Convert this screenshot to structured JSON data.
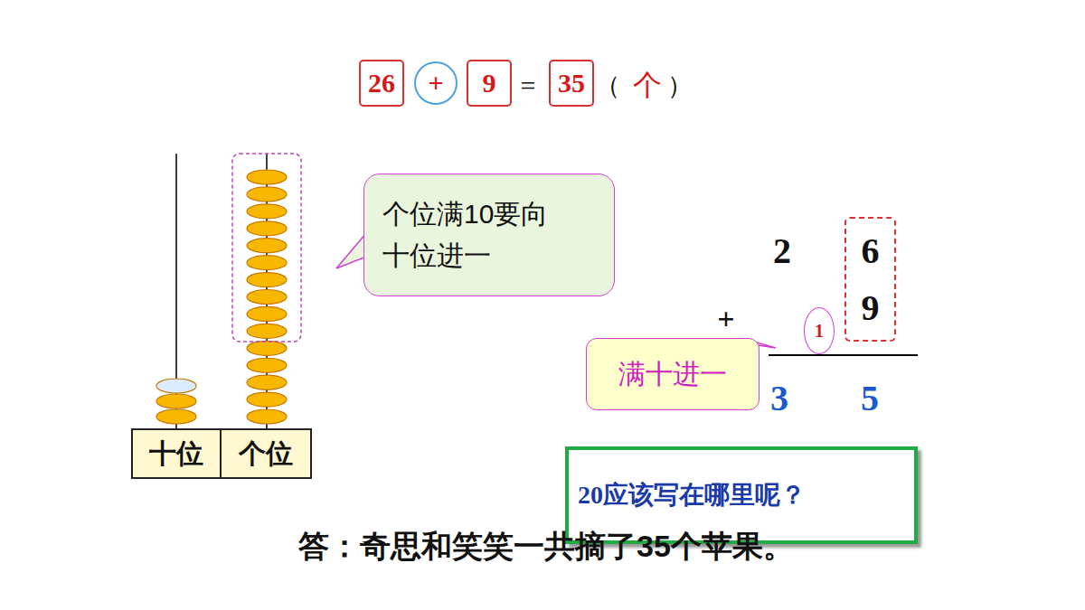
{
  "diagram": {
    "nodes": [
      {
        "text": [
          "26"
        ]
      },
      {
        "text": [
          "+"
        ]
      },
      {
        "text": [
          "9"
        ]
      },
      {
        "text": [
          "35"
        ]
      },
      {
        "text": [
          "个位满10要向十位进一"
        ]
      },
      {
        "text": [
          "满十进一"
        ]
      },
      {
        "text": [
          "6",
          "9"
        ]
      },
      {
        "text": [
          "1"
        ]
      },
      {
        "text": [
          "20应该写在哪里呢？"
        ]
      },
      {
        "text": [
          "十位"
        ]
      },
      {
        "text": [
          "个位"
        ]
      }
    ],
    "labels": [
      "=",
      "（",
      "个",
      "）",
      "2",
      "+",
      "3",
      "5",
      "答：奇思和笑笑一共摘了35个苹果。"
    ]
  }
}
